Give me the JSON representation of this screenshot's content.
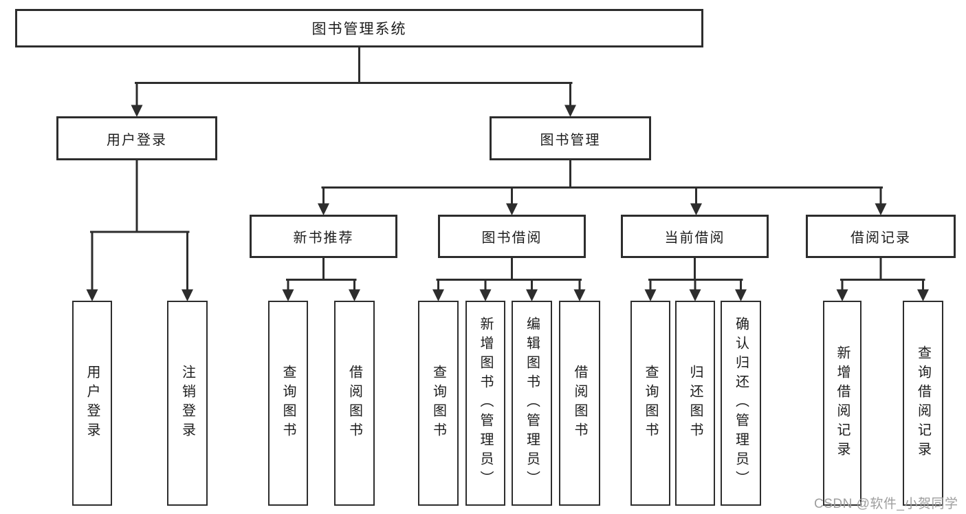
{
  "diagram": {
    "title": "图书管理系统",
    "nodes": {
      "root": "图书管理系统",
      "user_login": "用户登录",
      "book_management": "图书管理",
      "new_book_recommend": "新书推荐",
      "book_borrow": "图书借阅",
      "current_borrow": "当前借阅",
      "borrow_records": "借阅记录",
      "leaf_user_login": "用户登录",
      "leaf_logout": "注销登录",
      "leaf_recommend_query": "查询图书",
      "leaf_recommend_borrow": "借阅图书",
      "leaf_borrow_query": "查询图书",
      "leaf_borrow_add": "新增图书（管理员）",
      "leaf_borrow_edit": "编辑图书（管理员）",
      "leaf_borrow_borrow": "借阅图书",
      "leaf_current_query": "查询图书",
      "leaf_current_return": "归还图书",
      "leaf_current_confirm": "确认归还（管理员）",
      "leaf_records_add": "新增借阅记录",
      "leaf_records_query": "查询借阅记录"
    },
    "hierarchy": {
      "图书管理系统": {
        "用户登录": [
          "用户登录",
          "注销登录"
        ],
        "图书管理": {
          "新书推荐": [
            "查询图书",
            "借阅图书"
          ],
          "图书借阅": [
            "查询图书",
            "新增图书（管理员）",
            "编辑图书（管理员）",
            "借阅图书"
          ],
          "当前借阅": [
            "查询图书",
            "归还图书",
            "确认归还（管理员）"
          ],
          "借阅记录": [
            "新增借阅记录",
            "查询借阅记录"
          ]
        }
      }
    },
    "watermark": "CSDN @软件_小贺同学",
    "colors": {
      "line": "#2d2d2d",
      "text": "#1d1d1d",
      "watermark": "#9e9e9e",
      "background": "#ffffff"
    }
  }
}
